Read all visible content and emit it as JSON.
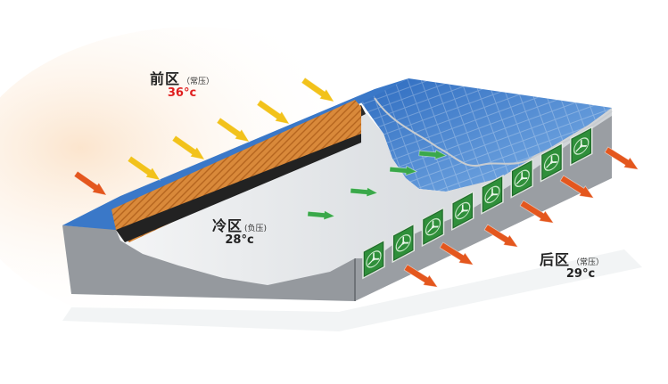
{
  "colors": {
    "roof": "#3a78c8",
    "roof_light": "#7fb2e8",
    "floor": "#e6e9ec",
    "wall": "#8c9095",
    "wall_dark": "#6f7378",
    "pad": "#d9893a",
    "fan_green": "#2f8f3a",
    "hot_arrow": "#e4571e",
    "warm_arrow": "#f2c21b",
    "cool_arrow": "#3aa84a",
    "hot_temp_text": "#e02020"
  },
  "zones": {
    "front": {
      "name": "前区",
      "pressure": "（常压）",
      "temp": "36°c"
    },
    "cool": {
      "name": "冷区",
      "pressure": "(负压)",
      "temp": "28°c"
    },
    "rear": {
      "name": "后区",
      "pressure": "（常压）",
      "temp": "29°c"
    }
  },
  "icons": {
    "fan": "exhaust-fan-icon",
    "cooling_pad": "cooling-pad-icon",
    "warm_air": "warm-air-arrow-icon",
    "hot_air": "hot-air-arrow-icon",
    "cool_air": "cool-air-arrow-icon",
    "exhaust_air": "exhaust-air-arrow-icon"
  },
  "counts": {
    "fans": 8
  }
}
